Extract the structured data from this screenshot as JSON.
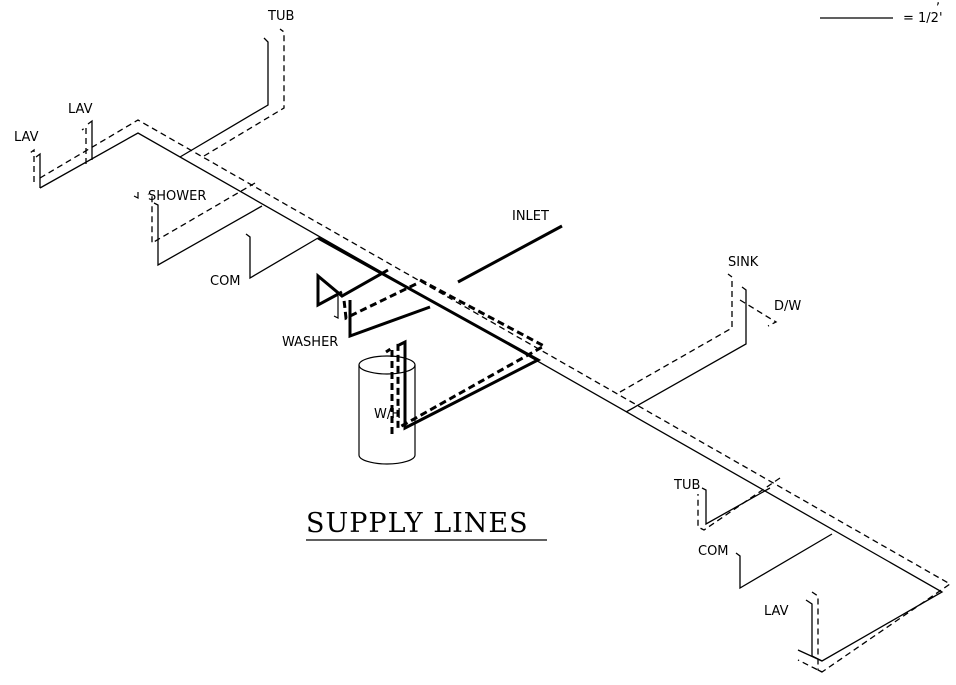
{
  "title": "SUPPLY LINES",
  "legend": {
    "scale_label": "= 1/2'",
    "truncated_label_fragment": ","
  },
  "fixtures": {
    "tub_top": "TUB",
    "lav_1": "LAV",
    "lav_2": "LAV",
    "shower": "SHOWER",
    "com_1": "COM",
    "washer": "WASHER",
    "water_heater": "W/H",
    "inlet": "INLET",
    "sink": "SINK",
    "dishwasher": "D/W",
    "tub_bottom": "TUB",
    "com_2": "COM",
    "lav_3": "LAV"
  },
  "colors": {
    "line": "#000000",
    "background": "#ffffff"
  }
}
